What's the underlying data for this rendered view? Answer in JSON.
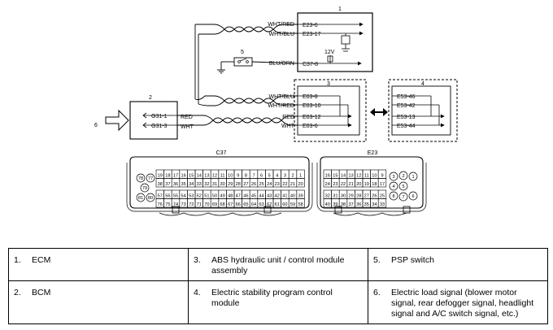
{
  "ecm": {
    "num": "1",
    "pins": [
      "E23-6",
      "E23-17",
      "C37-8"
    ],
    "voltage": "12V"
  },
  "bcm": {
    "num": "2",
    "pins": [
      "G31-1",
      "G31-3"
    ]
  },
  "abs_unit": {
    "num": "3",
    "pins": [
      "E03-8",
      "E03-10",
      "E03-12",
      "E03-6"
    ]
  },
  "esp_module": {
    "num": "4",
    "pins": [
      "E53-46",
      "E53-42",
      "E53-13",
      "E53-44"
    ]
  },
  "psp_switch": {
    "num": "5"
  },
  "load_signal": {
    "num": "6"
  },
  "wires": {
    "wht_red": "WHT/RED",
    "wht_blu": "WHT/BLU",
    "blu_orn": "BLU/ORN",
    "red": "RED",
    "wht": "WHT"
  },
  "connector_c37": {
    "title": "C37",
    "row1": [
      "19",
      "18",
      "17",
      "16",
      "15",
      "14",
      "13",
      "12",
      "11",
      "10",
      "9",
      "8",
      "7",
      "6",
      "5",
      "4",
      "3",
      "2",
      "1"
    ],
    "row2": [
      "38",
      "37",
      "36",
      "35",
      "34",
      "33",
      "32",
      "31",
      "30",
      "29",
      "28",
      "27",
      "26",
      "25",
      "24",
      "23",
      "22",
      "21",
      "20"
    ],
    "row3": [
      "57",
      "56",
      "55",
      "54",
      "53",
      "52",
      "51",
      "50",
      "49",
      "48",
      "47",
      "46",
      "45",
      "44",
      "43",
      "42",
      "41",
      "40",
      "39"
    ],
    "row4": [
      "76",
      "75",
      "74",
      "73",
      "72",
      "71",
      "70",
      "69",
      "68",
      "67",
      "66",
      "65",
      "64",
      "63",
      "62",
      "61",
      "60",
      "59",
      "58"
    ],
    "round_pins": [
      "78",
      "77",
      "79",
      "81",
      "80"
    ]
  },
  "connector_e23": {
    "title": "E23",
    "row1": [
      "16",
      "15",
      "14",
      "13",
      "12",
      "11",
      "10",
      "9"
    ],
    "row2": [
      "24",
      "23",
      "22",
      "21",
      "20",
      "19",
      "18",
      "17"
    ],
    "row3": [
      "32",
      "31",
      "30",
      "29",
      "28",
      "27",
      "26",
      "25"
    ],
    "row4": [
      "40",
      "39",
      "38",
      "37",
      "36",
      "35",
      "34",
      "33"
    ],
    "round_pins": [
      "3",
      "2",
      "1",
      "4",
      "5",
      "8",
      "7",
      "6"
    ]
  },
  "legend": [
    [
      {
        "num": "1.",
        "text": "ECM"
      },
      {
        "num": "3.",
        "text": "ABS hydraulic unit / control module assembly"
      },
      {
        "num": "5.",
        "text": "PSP switch"
      }
    ],
    [
      {
        "num": "2.",
        "text": "BCM"
      },
      {
        "num": "4.",
        "text": "Electric stability program control module"
      },
      {
        "num": "6.",
        "text": "Electric load signal (blower motor signal, rear defogger signal, headlight signal and A/C switch signal, etc.)"
      }
    ]
  ]
}
